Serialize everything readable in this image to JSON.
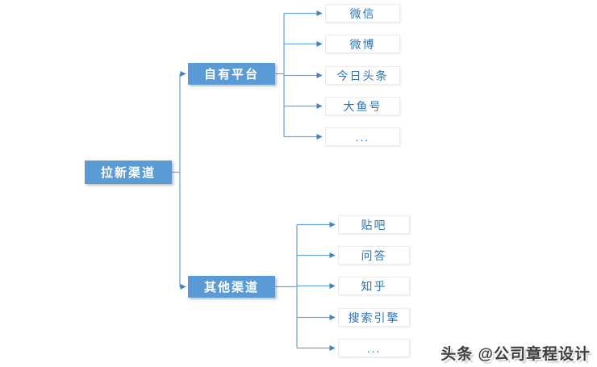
{
  "diagram": {
    "title_meaning": "user-acquisition-channels tree",
    "root": {
      "label": "拉新渠道"
    },
    "branches": [
      {
        "label": "自有平台",
        "children": [
          {
            "label": "微信"
          },
          {
            "label": "微博"
          },
          {
            "label": "今日头条"
          },
          {
            "label": "大鱼号"
          },
          {
            "label": "..."
          }
        ]
      },
      {
        "label": "其他渠道",
        "children": [
          {
            "label": "贴吧"
          },
          {
            "label": "问答"
          },
          {
            "label": "知乎"
          },
          {
            "label": "搜索引擎"
          },
          {
            "label": "..."
          }
        ]
      }
    ],
    "colors": {
      "node_fill": "#5B9BD5",
      "node_text": "#FFFFFF",
      "leaf_text": "#2E74B5",
      "leaf_border": "#ECECEC",
      "connector_line": "#5B9BD5",
      "arrowhead": "#2E75B6",
      "background": "#FFFFFF"
    }
  },
  "watermark": {
    "text": "头条 @公司章程设计",
    "color": "#3F3F3F"
  }
}
